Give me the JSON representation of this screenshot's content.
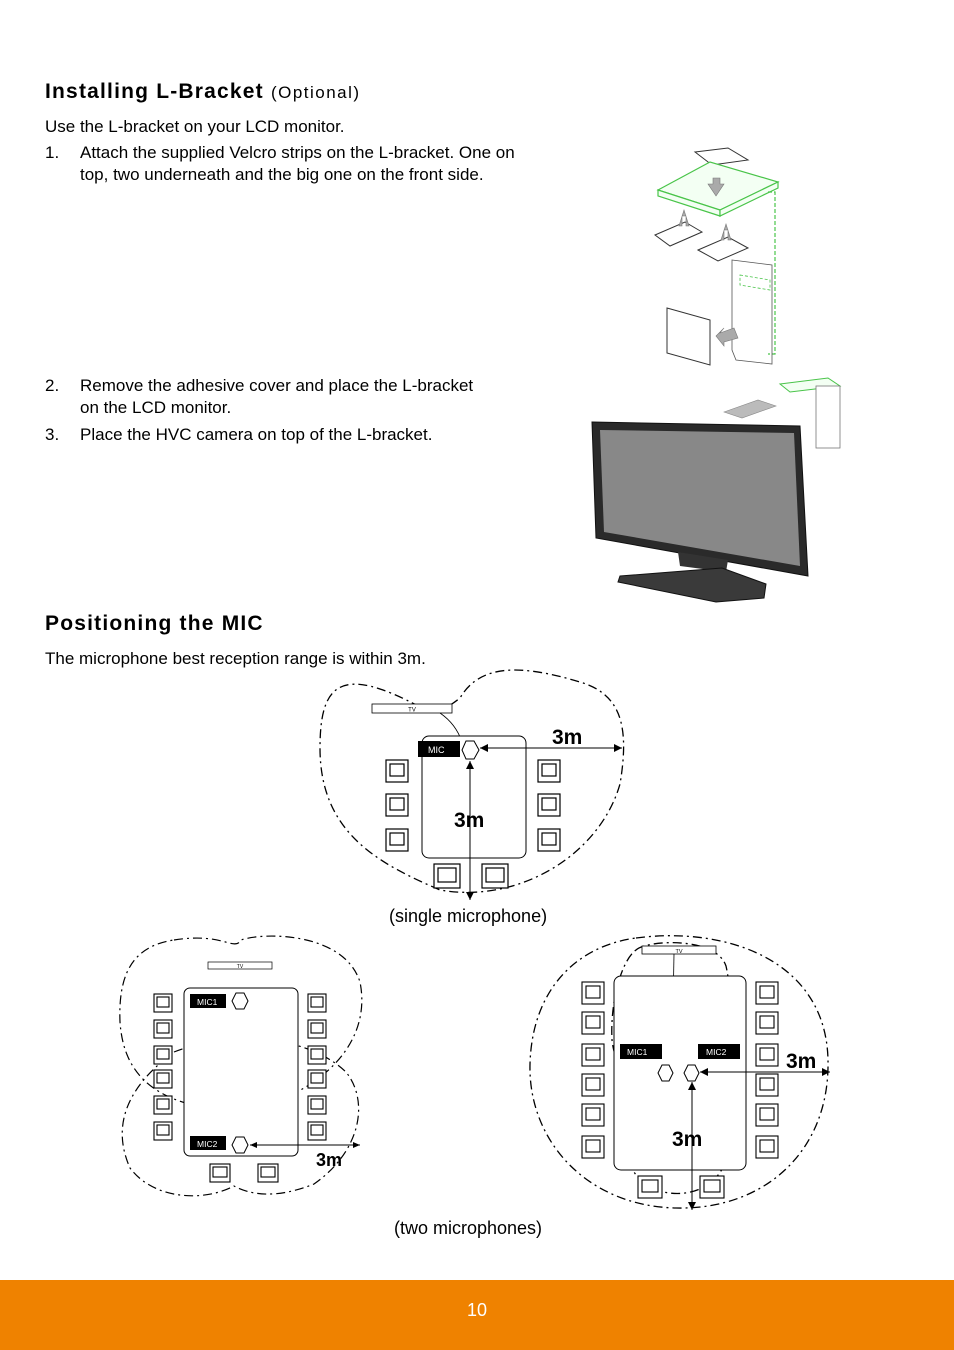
{
  "section1": {
    "title": "Installing L-Bracket",
    "optional": "(Optional)",
    "intro": "Use the L-bracket on your LCD monitor.",
    "steps": [
      {
        "num": "1.",
        "text": "Attach the supplied Velcro strips on the L-bracket. One on top, two underneath and the big one on the front side."
      },
      {
        "num": "2.",
        "text": "Remove the adhesive cover and place the L-bracket on the LCD monitor."
      },
      {
        "num": "3.",
        "text": "Place the HVC camera on top of the L-bracket."
      }
    ]
  },
  "section2": {
    "title": "Positioning the MIC",
    "intro": "The microphone best reception range is within 3m."
  },
  "diagrams": {
    "tv": "TV",
    "mic": "MIC",
    "mic1": "MIC1",
    "mic2": "MIC2",
    "range": "3m",
    "caption_single": "(single microphone)",
    "caption_two": "(two microphones)"
  },
  "footer": {
    "page": "10",
    "color": "#ef8200"
  }
}
